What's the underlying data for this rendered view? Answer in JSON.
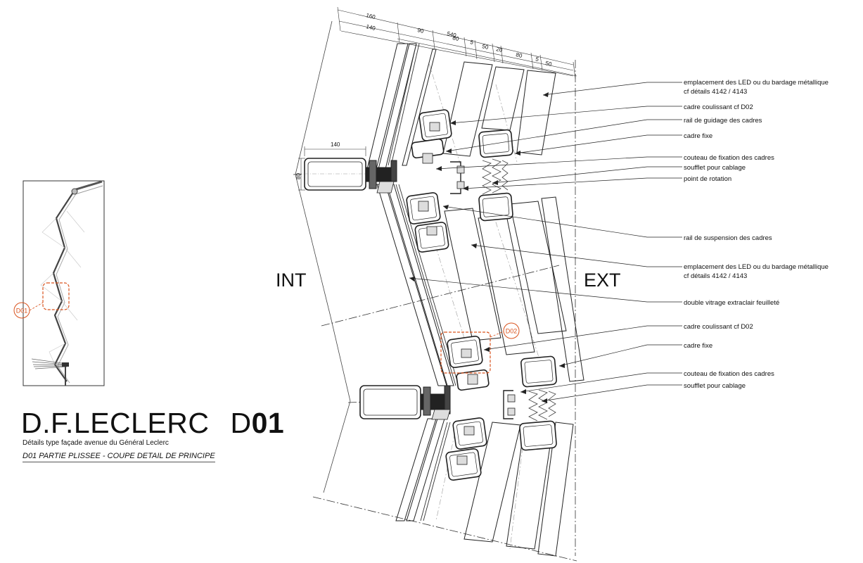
{
  "title": {
    "name": "D.F.LECLERC",
    "code_prefix": "D",
    "code_bold": "01",
    "subtitle": "Détails type façade avenue du Général Leclerc",
    "caption": "D01 PARTIE PLISSEE - COUPE DETAIL DE PRINCIPE"
  },
  "zones": {
    "interior": "INT",
    "exterior": "EXT"
  },
  "markers": {
    "d01": "D01",
    "d02": "D02"
  },
  "dimensions": {
    "top": [
      "160",
      "540",
      "140",
      "90",
      "80",
      "5",
      "50",
      "20",
      "80",
      "5",
      "50"
    ],
    "mullion_width": "140",
    "mullion_height": "80"
  },
  "annotations": [
    {
      "line1": "emplacement des LED ou du bardage métallique",
      "line2": "cf détails 4142 / 4143"
    },
    {
      "line1": "cadre coulissant cf D02"
    },
    {
      "line1": "rail de guidage des cadres"
    },
    {
      "line1": "cadre fixe"
    },
    {
      "line1": "couteau de fixation des cadres"
    },
    {
      "line1": "soufflet pour cablage"
    },
    {
      "line1": "point de rotation"
    },
    {
      "line1": "rail de suspension des cadres"
    },
    {
      "line1": "emplacement des LED ou du bardage métallique",
      "line2": "cf détails 4142 / 4143"
    },
    {
      "line1": "double vitrage extraclair feuilleté"
    },
    {
      "line1": "cadre coulissant cf D02"
    },
    {
      "line1": "cadre fixe"
    },
    {
      "line1": "couteau de fixation des cadres"
    },
    {
      "line1": "soufflet pour cablage"
    }
  ],
  "colors": {
    "ink": "#111111",
    "line": "#333333",
    "faint": "#9a9a9a",
    "marker": "#d9531e"
  }
}
